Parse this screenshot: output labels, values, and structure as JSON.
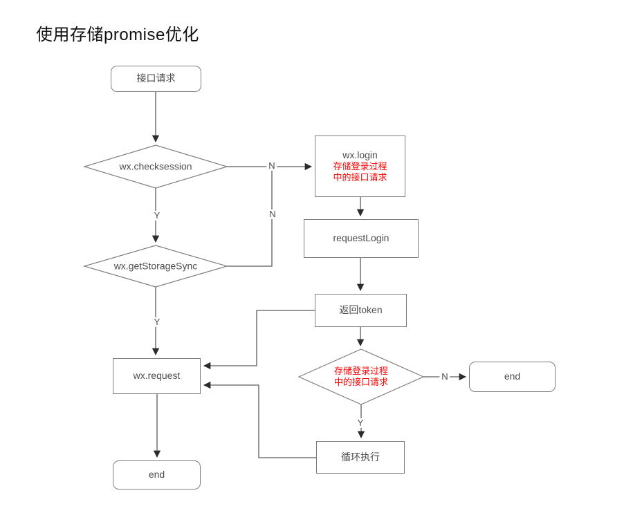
{
  "title": "使用存储promise优化",
  "nodes": {
    "api_request": {
      "label": "接口请求"
    },
    "check_session": {
      "label": "wx.checksession"
    },
    "wx_login": {
      "title": "wx.login",
      "note_line1": "存储登录过程",
      "note_line2": "中的接口请求"
    },
    "request_login": {
      "label": "requestLogin"
    },
    "return_token": {
      "label": "返回token"
    },
    "get_storage_sync": {
      "label": "wx.getStorageSync"
    },
    "store_decision": {
      "line1": "存储登录过程",
      "line2": "中的接口请求"
    },
    "end_right": {
      "label": "end"
    },
    "wx_request": {
      "label": "wx.request"
    },
    "loop_exec": {
      "label": "循环执行"
    },
    "end_bottom": {
      "label": "end"
    }
  },
  "edge_labels": {
    "check_session_no": "N",
    "get_storage_no": "N",
    "check_session_yes": "Y",
    "get_storage_yes": "Y",
    "store_decision_yes": "Y",
    "store_decision_no": "N"
  },
  "colors": {
    "line": "#5a5a5a",
    "box_border": "#7d7d7d",
    "text_gray": "#4d4d4d",
    "text_red": "#fe0000",
    "arrow": "#2b2b2b"
  }
}
